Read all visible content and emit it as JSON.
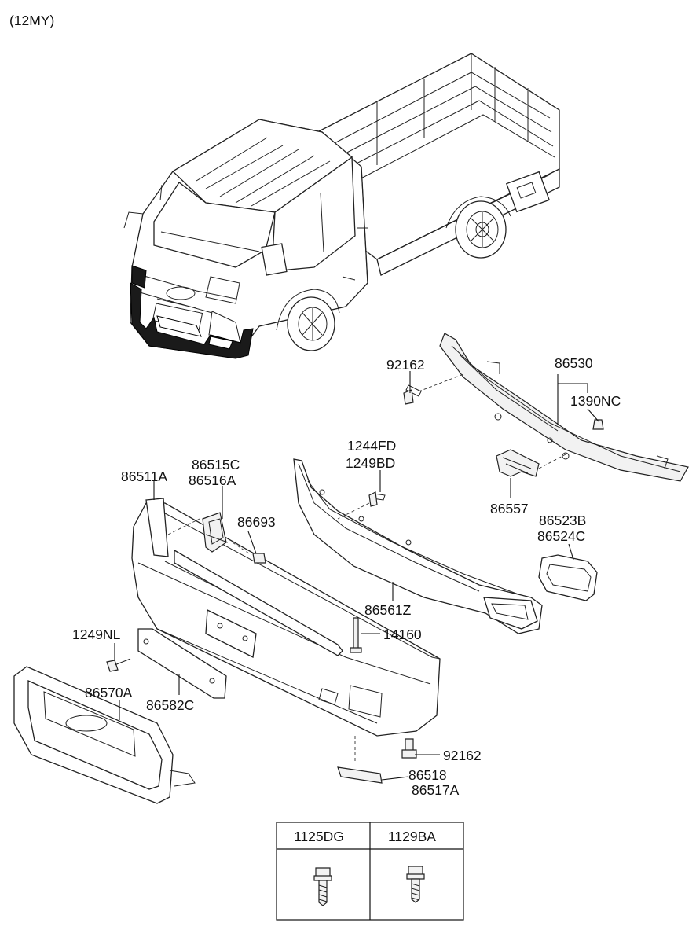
{
  "header": {
    "model_year": "(12MY)"
  },
  "callouts": {
    "c92162_top": "92162",
    "c86530": "86530",
    "c1390NC": "1390NC",
    "c1244FD": "1244FD",
    "c1249BD": "1249BD",
    "c86515C": "86515C",
    "c86516A": "86516A",
    "c86511A": "86511A",
    "c86693": "86693",
    "c86557": "86557",
    "c86523B": "86523B",
    "c86524C": "86524C",
    "c86561Z": "86561Z",
    "c14160": "14160",
    "c1249NL": "1249NL",
    "c86570A": "86570A",
    "c86582C": "86582C",
    "c92162_bottom": "92162",
    "c86518": "86518",
    "c86517A": "86517A"
  },
  "fastener_table": {
    "columns": [
      "1125DG",
      "1129BA"
    ]
  }
}
